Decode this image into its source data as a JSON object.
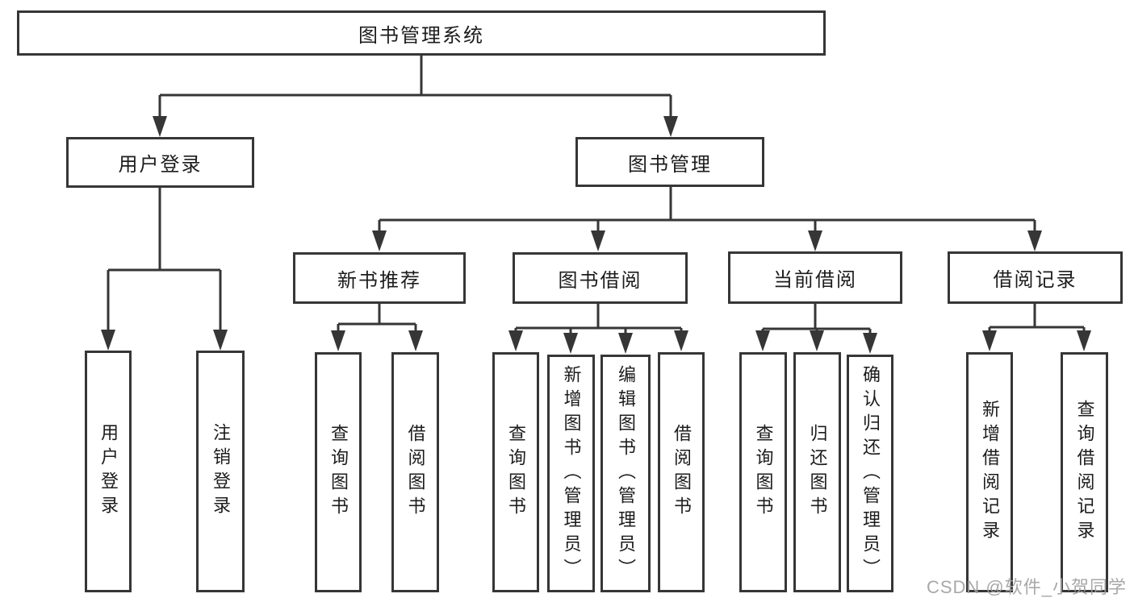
{
  "tree": {
    "label": "图书管理系统",
    "children": [
      {
        "label": "用户登录",
        "children": [
          {
            "label": "用户登录"
          },
          {
            "label": "注销登录"
          }
        ]
      },
      {
        "label": "图书管理",
        "children": [
          {
            "label": "新书推荐",
            "children": [
              {
                "label": "查询图书"
              },
              {
                "label": "借阅图书"
              }
            ]
          },
          {
            "label": "图书借阅",
            "children": [
              {
                "label": "查询图书"
              },
              {
                "label": "新增图书（管理员）"
              },
              {
                "label": "编辑图书（管理员）"
              },
              {
                "label": "借阅图书"
              }
            ]
          },
          {
            "label": "当前借阅",
            "children": [
              {
                "label": "查询图书"
              },
              {
                "label": "归还图书"
              },
              {
                "label": "确认归还（管理员）"
              }
            ]
          },
          {
            "label": "借阅记录",
            "children": [
              {
                "label": "新增借阅记录"
              },
              {
                "label": "查询借阅记录"
              }
            ]
          }
        ]
      }
    ]
  },
  "watermark": {
    "text": "CSDN @软件_小贺同学"
  },
  "colors": {
    "line": "#363636",
    "text": "#1c1c1c",
    "watermark": "#9e9e9e",
    "background": "#ffffff"
  }
}
